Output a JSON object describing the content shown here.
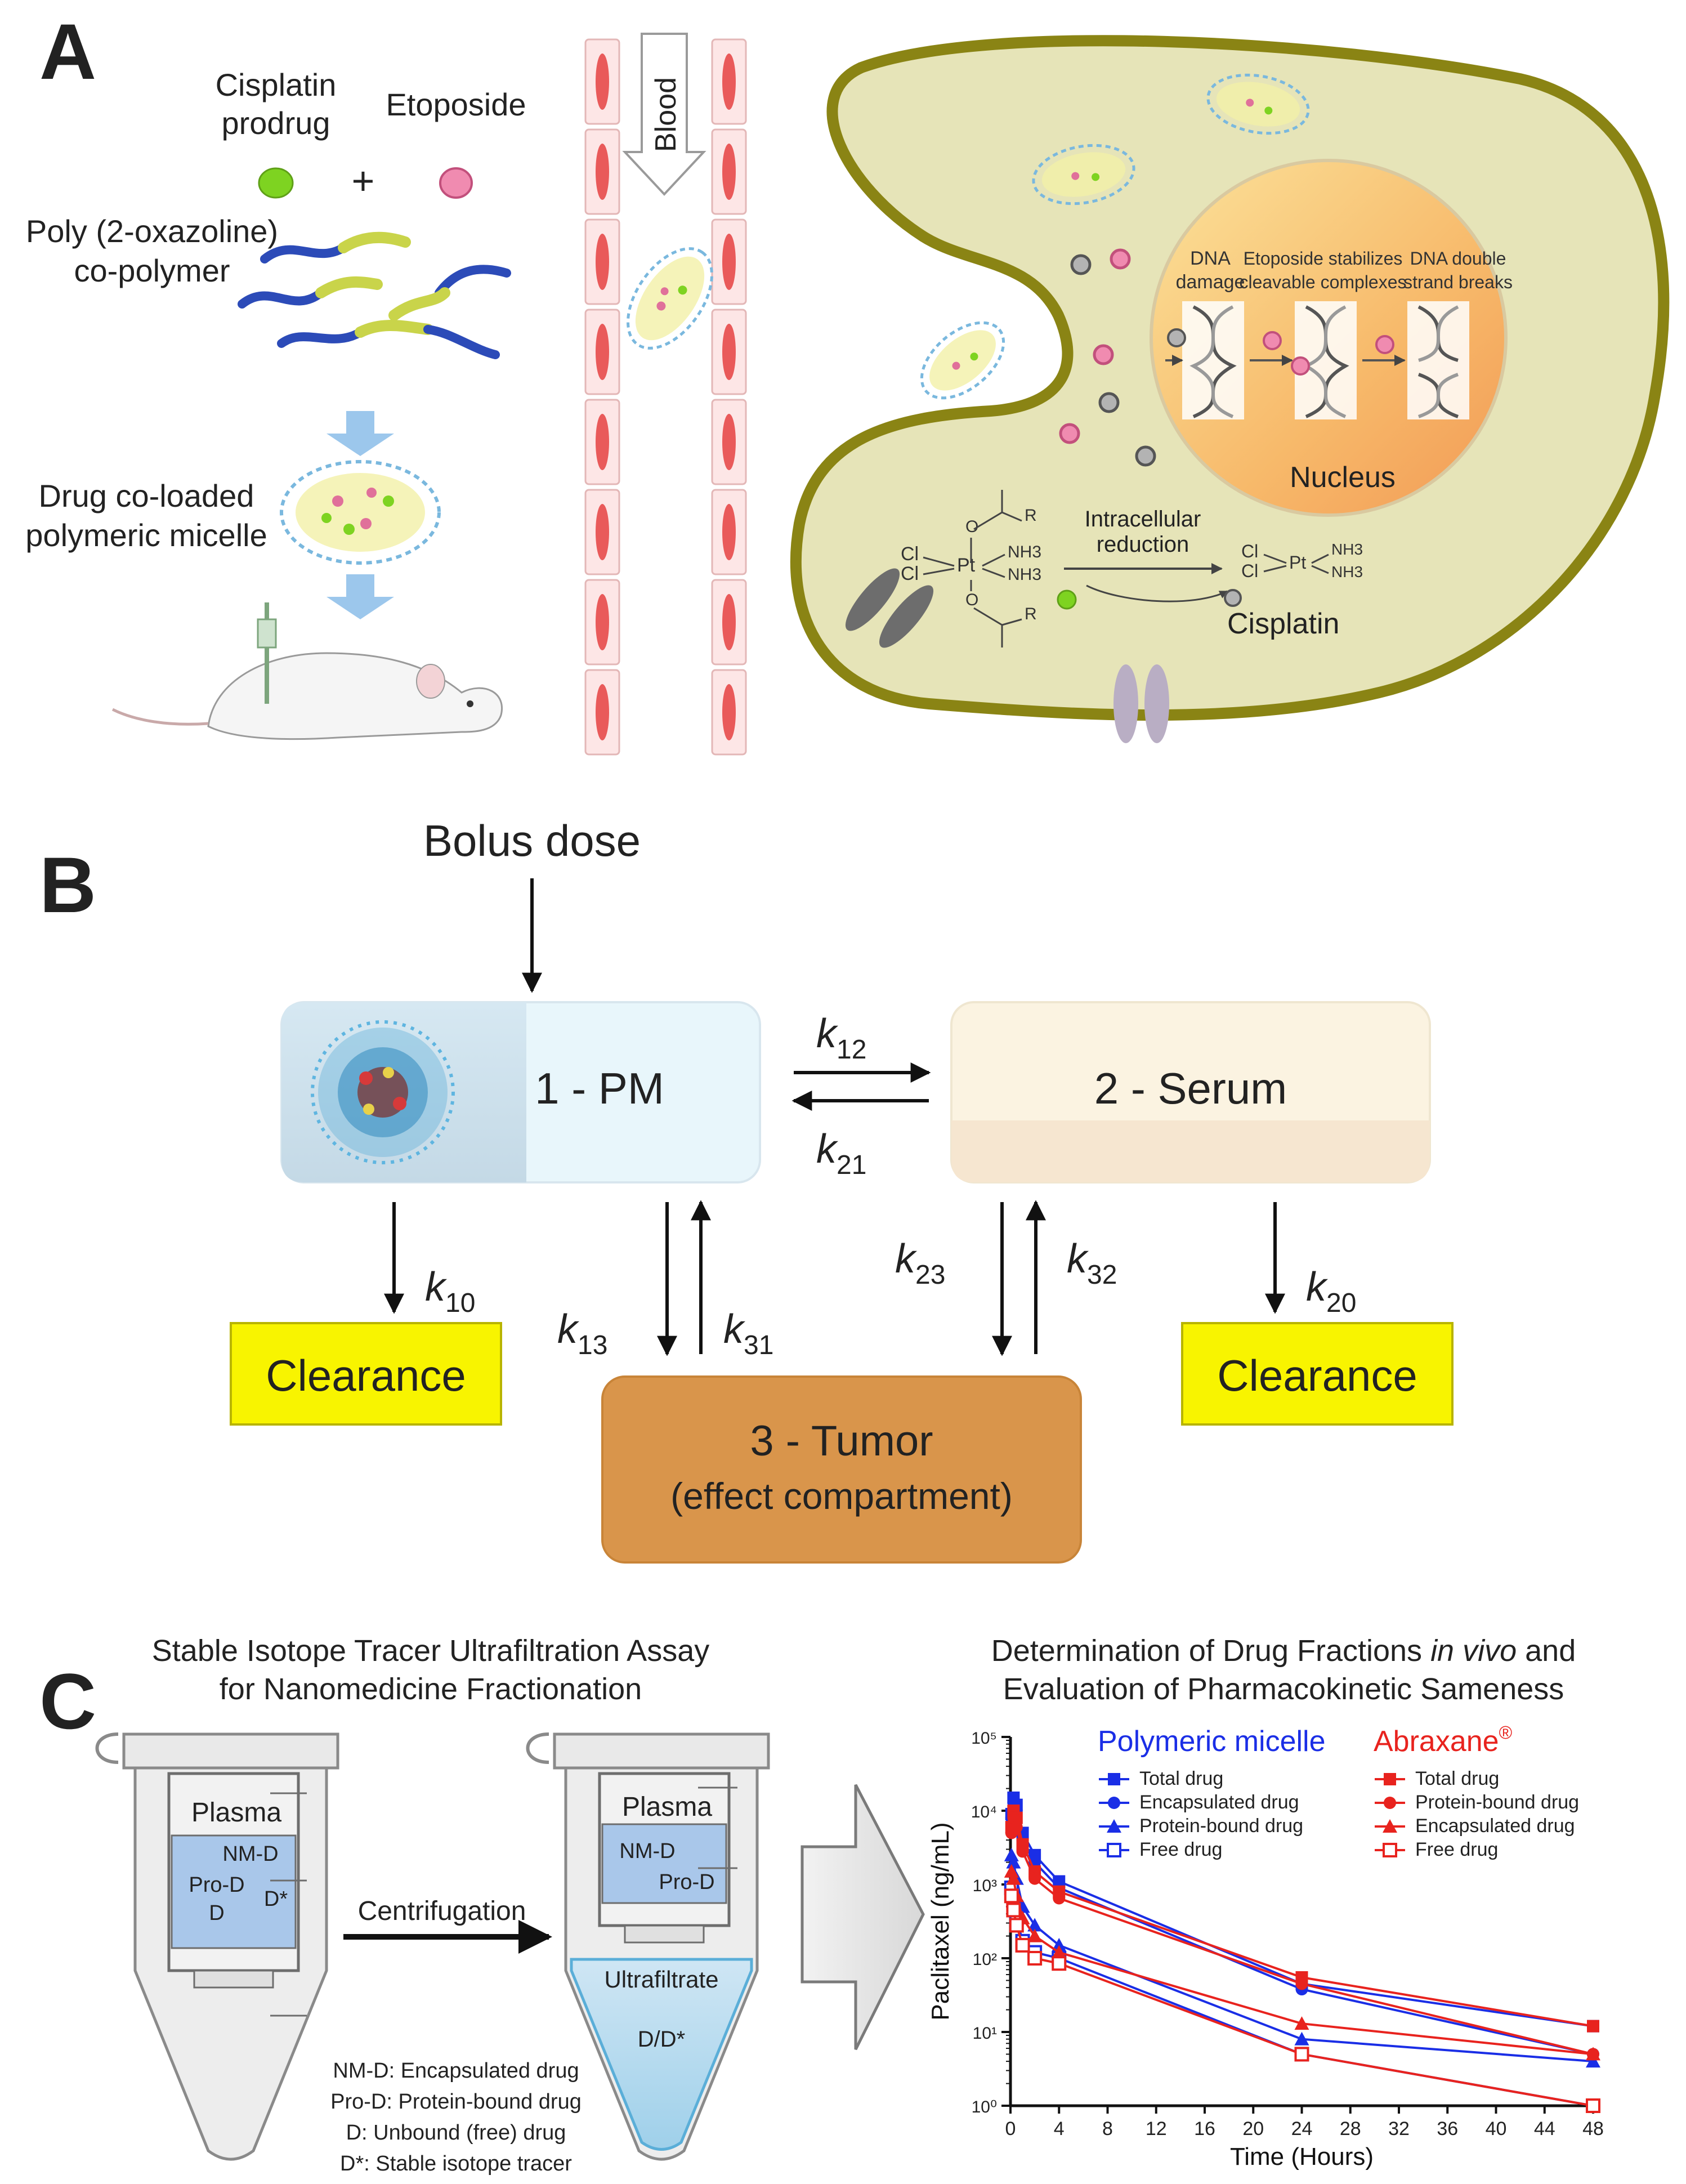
{
  "panel_a": {
    "letter": "A",
    "cisplatin_prodrug_line1": "Cisplatin",
    "cisplatin_prodrug_line2": "prodrug",
    "plus": "+",
    "etoposide": "Etoposide",
    "copolymer_line1": "Poly (2-oxazoline)",
    "copolymer_line2": "co-polymer",
    "micelle_line1": "Drug co-loaded",
    "micelle_line2": "polymeric micelle",
    "blood": "Blood",
    "dna_damage_line1": "DNA",
    "dna_damage_line2": "damage",
    "etoposide_stab_line1": "Etoposide stabilizes",
    "etoposide_stab_line2": "cleavable complexes",
    "dsb_line1": "DNA double",
    "dsb_line2": "strand breaks",
    "nucleus": "Nucleus",
    "reduction_line1": "Intracellular",
    "reduction_line2": "reduction",
    "cisplatin": "Cisplatin",
    "chem_cl1": "Cl",
    "chem_cl2": "Cl",
    "chem_pt": "Pt",
    "chem_nh3a": "NH3",
    "chem_nh3b": "NH3",
    "chem_o1": "O",
    "chem_o2": "O",
    "chem_r1": "R",
    "chem_r2": "R",
    "colors": {
      "prodrug": "#7ed321",
      "etoposide": "#e0709a",
      "cell": "#e6e4b8",
      "cell_border": "#8a8414",
      "nucleus": "#f5a623"
    }
  },
  "panel_b": {
    "letter": "B",
    "bolus": "Bolus dose",
    "pm": "1 - PM",
    "serum": "2 - Serum",
    "tumor_line1": "3 - Tumor",
    "tumor_line2": "(effect compartment)",
    "clearance_left": "Clearance",
    "clearance_right": "Clearance",
    "k": "k",
    "k12": "12",
    "k21": "21",
    "k10": "10",
    "k13": "13",
    "k31": "31",
    "k23": "23",
    "k32": "32",
    "k20": "20",
    "colors": {
      "clearance": "#f8f400",
      "tumor": "#d9954b",
      "serum": "#fbf3e1",
      "pm": "#e6f3f8"
    }
  },
  "panel_c": {
    "letter": "C",
    "left_title_line1": "Stable Isotope Tracer Ultrafiltration Assay",
    "left_title_line2": "for Nanomedicine Fractionation",
    "plasma1": "Plasma",
    "plasma2": "Plasma",
    "nmd1": "NM-D",
    "prod1": "Pro-D",
    "d1": "D",
    "dstar1": "D*",
    "nmd2": "NM-D",
    "prod2": "Pro-D",
    "centrifugation": "Centrifugation",
    "ultrafiltrate": "Ultrafiltrate",
    "ddstar": "D/D*",
    "legend_1": "NM-D: Encapsulated drug",
    "legend_2": "Pro-D: Protein-bound drug",
    "legend_3": "D: Unbound (free) drug",
    "legend_4": "D*: Stable isotope tracer",
    "right_title_line1_a": "Determination of Drug Fractions ",
    "right_title_line1_b": "in vivo",
    "right_title_line1_c": " and",
    "right_title_line2": "Evaluation of Pharmacokinetic Sameness",
    "abraxane_sup": "®"
  },
  "chart_data": {
    "type": "line",
    "xlabel": "Time (Hours)",
    "ylabel": "Paclitaxel (ng/mL)",
    "y_scale": "log",
    "xlim": [
      0,
      48
    ],
    "ylim": [
      1,
      100000
    ],
    "x_ticks": [
      0,
      4,
      8,
      12,
      16,
      20,
      24,
      28,
      32,
      36,
      40,
      44,
      48
    ],
    "y_tick_labels": [
      "10⁰",
      "10¹",
      "10²",
      "10³",
      "10⁴",
      "10⁵"
    ],
    "y_ticks": [
      1,
      10,
      100,
      1000,
      10000,
      100000
    ],
    "groups": [
      {
        "name": "Polymeric micelle",
        "color": "#1a2ee6",
        "legend_items": [
          "Total drug",
          "Encapsulated drug",
          "Protein-bound drug",
          "Free drug"
        ]
      },
      {
        "name": "Abraxane",
        "color": "#e8231e",
        "legend_items": [
          "Total drug",
          "Protein-bound drug",
          "Encapsulated drug",
          "Free drug"
        ]
      }
    ],
    "x": [
      0.083,
      0.25,
      0.5,
      1,
      2,
      4,
      24,
      48
    ],
    "series": [
      {
        "name": "Total drug",
        "group": "Polymeric micelle",
        "marker": "square",
        "color": "#1a2ee6",
        "values": [
          9000,
          15000,
          12000,
          5000,
          2500,
          1100,
          45,
          12
        ]
      },
      {
        "name": "Encapsulated drug",
        "group": "Polymeric micelle",
        "marker": "circle",
        "color": "#1a2ee6",
        "values": [
          8000,
          13000,
          10000,
          4000,
          2000,
          900,
          38,
          5
        ]
      },
      {
        "name": "Protein-bound drug",
        "group": "Polymeric micelle",
        "marker": "triangle",
        "color": "#1a2ee6",
        "values": [
          2500,
          2000,
          1200,
          500,
          280,
          150,
          8,
          4
        ]
      },
      {
        "name": "Free drug",
        "group": "Polymeric micelle",
        "marker": "open-square",
        "color": "#1a2ee6",
        "values": [
          900,
          600,
          350,
          170,
          120,
          100,
          5,
          1
        ]
      },
      {
        "name": "Total drug",
        "group": "Abraxane",
        "marker": "square",
        "color": "#e8231e",
        "values": [
          6000,
          10000,
          8000,
          3500,
          1500,
          800,
          55,
          12
        ]
      },
      {
        "name": "Protein-bound drug",
        "group": "Abraxane",
        "marker": "circle",
        "color": "#e8231e",
        "values": [
          5000,
          8000,
          6000,
          2800,
          1200,
          650,
          45,
          5
        ]
      },
      {
        "name": "Encapsulated drug",
        "group": "Abraxane",
        "marker": "triangle",
        "color": "#e8231e",
        "values": [
          1500,
          1200,
          700,
          350,
          200,
          120,
          13,
          5
        ]
      },
      {
        "name": "Free drug",
        "group": "Abraxane",
        "marker": "open-square",
        "color": "#e8231e",
        "values": [
          700,
          450,
          280,
          150,
          100,
          85,
          5,
          1
        ]
      }
    ]
  }
}
